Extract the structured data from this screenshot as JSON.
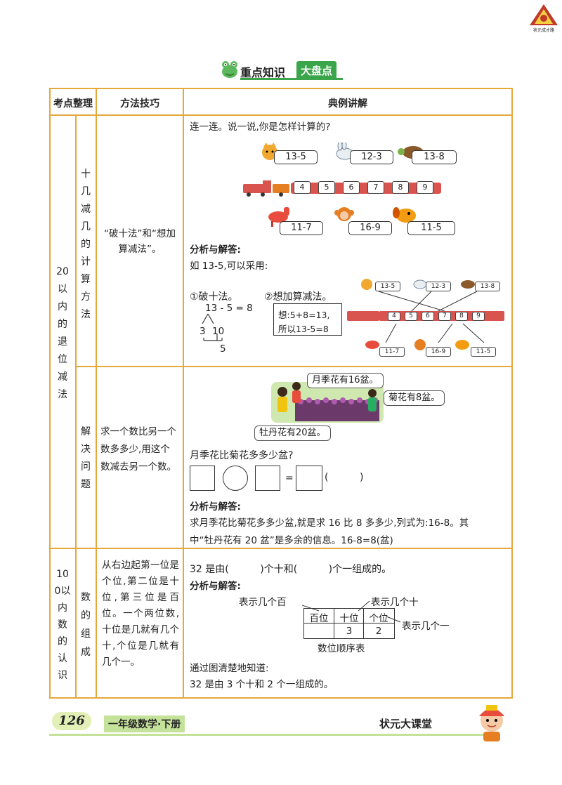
{
  "brand": {
    "logo_text": "状元成才路"
  },
  "banner": {
    "title": "重点知识",
    "tag": "大盘点"
  },
  "table": {
    "headers": [
      "考点整理",
      "方法技巧",
      "典例讲解"
    ]
  },
  "section1": {
    "topic": "20以内的退位减法",
    "subtopic": "十几减几的计算方法",
    "method": "“破十法”和“想加算减法”。",
    "prompt": "连一连。说一说,你是怎样计算的?",
    "top_cards": [
      "13-5",
      "12-3",
      "13-8"
    ],
    "train_numbers": [
      "4",
      "5",
      "6",
      "7",
      "8",
      "9"
    ],
    "bottom_cards": [
      "11-7",
      "16-9",
      "11-5"
    ],
    "analysis_label": "分析与解答:",
    "intro": "如 13-5,可以采用:",
    "method1_title": "①破十法。",
    "method1_eq": "13 - 5 = 8",
    "method1_split_a": "3",
    "method1_split_b": "10",
    "method1_result": "5",
    "method2_title": "②想加算减法。",
    "method2_line1": "想:5+8=13,",
    "method2_line2": "所以13-5=8"
  },
  "section2": {
    "subtopic": "解决问题",
    "method": "求一个数比另一个数多多少,用这个数减去另一个数。",
    "bubble1": "月季花有16盆。",
    "bubble2": "菊花有8盆。",
    "bubble3": "牡丹花有20盆。",
    "question": "月季花比菊花多多少盆?",
    "equals": "=",
    "paren": "(          )",
    "analysis_label": "分析与解答:",
    "answer_line1": "求月季花比菊花多多少盆,就是求 16 比 8 多多少,列式为:16-8。其",
    "answer_line2": "中“牡丹花有 20 盆”是多余的信息。16-8=8(盆)"
  },
  "section3": {
    "topic": "100以内数的认识",
    "subtopic": "数的组成",
    "method": "从右边起第一位是个位,第二位是十位,第三位是百位。一个两位数,十位是几就有几个十,个位是几就有几个一。",
    "question": "32 是由(          )个十和(          )个一组成的。",
    "analysis_label": "分析与解答:",
    "label_hundreds": "表示几个百",
    "label_tens": "表示几个十",
    "label_ones": "表示几个一",
    "place_headers": [
      "百位",
      "十位",
      "个位"
    ],
    "place_values": [
      "",
      "3",
      "2"
    ],
    "table_caption": "数位顺序表",
    "conclusion1": "通过图清楚地知道:",
    "conclusion2": "32 是由 3 个十和 2 个一组成的。"
  },
  "footer": {
    "page_number": "126",
    "book": "一年级数学·下册",
    "series": "状元大课堂"
  },
  "colors": {
    "table_border": "#e5a83b",
    "banner_green": "#3aa54a",
    "footer_green": "#c5e29a"
  }
}
